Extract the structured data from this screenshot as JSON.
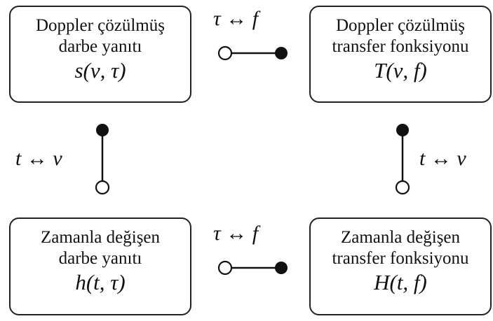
{
  "boxes": {
    "top_left": {
      "line1": "Doppler çözülmüş",
      "line2": "darbe yanıtı",
      "expr": "s(ν, τ)"
    },
    "top_right": {
      "line1": "Doppler çözülmüş",
      "line2": "transfer fonksiyonu",
      "expr": "T(ν, f)"
    },
    "bottom_left": {
      "line1": "Zamanla değişen",
      "line2": "darbe yanıtı",
      "expr": "h(t, τ)"
    },
    "bottom_right": {
      "line1": "Zamanla değişen",
      "line2": "transfer fonksiyonu",
      "expr": "H(t, f)"
    }
  },
  "transforms": {
    "top": "τ ↔ f",
    "bottom": "τ ↔ f",
    "left": "t ↔ ν",
    "right": "t ↔ ν"
  }
}
